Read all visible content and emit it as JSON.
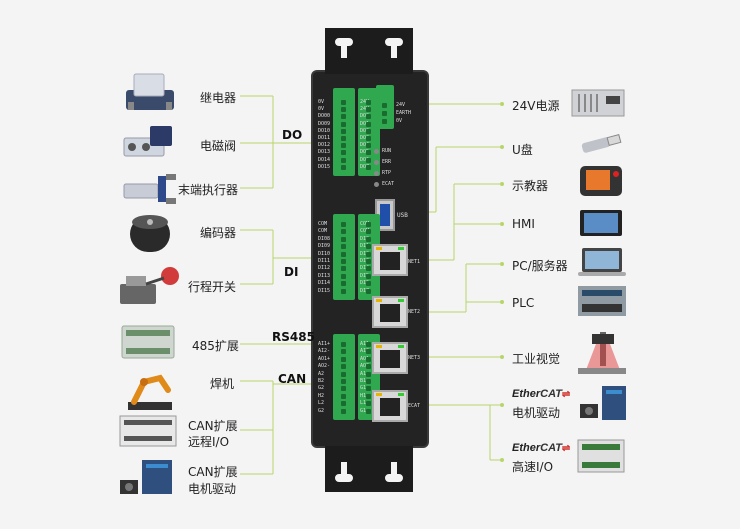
{
  "groups": {
    "do": "DO",
    "di": "DI",
    "rs485": "RS485",
    "can": "CAN"
  },
  "left_labels": {
    "relay": "继电器",
    "solenoid": "电磁阀",
    "end_effector": "末端执行器",
    "encoder": "编码器",
    "limit_switch": "行程开关",
    "ext485": "485扩展",
    "welder": "焊机",
    "can_remote_io_1": "CAN扩展",
    "can_remote_io_2": "远程I/O",
    "can_motor_1": "CAN扩展",
    "can_motor_2": "电机驱动"
  },
  "right_labels": {
    "power": "24V电源",
    "udisk": "U盘",
    "pendant": "示教器",
    "hmi": "HMI",
    "pc": "PC/服务器",
    "plc": "PLC",
    "vision": "工业视觉",
    "ethercat_motor": "电机驱动",
    "ethercat_io": "高速I/O"
  },
  "ethercat_logo": {
    "ether": "Ether",
    "cat": "CAT"
  },
  "panel": {
    "do_left_pins": [
      "0V",
      "0V",
      "DO00",
      "DO09",
      "DO10",
      "DO11",
      "DO12",
      "DO13",
      "DO14",
      "DO15"
    ],
    "do_right_pins": [
      "24V",
      "24V",
      "DO0",
      "DO1",
      "DO2",
      "DO3",
      "DO4",
      "DO5",
      "DO6",
      "DO7"
    ],
    "pwr_pins": [
      "24V",
      "EARTH",
      "0V"
    ],
    "leds": [
      "RUN",
      "ERR",
      "RTP",
      "ECAT"
    ],
    "usb": "USB",
    "di_left_pins": [
      "COM",
      "COM",
      "DI08",
      "DI09",
      "DI10",
      "DI11",
      "DI12",
      "DI13",
      "DI14",
      "DI15"
    ],
    "di_right_pins": [
      "COM",
      "COM",
      "DI0",
      "DI1",
      "DI2",
      "DI3",
      "DI4",
      "DI5",
      "DI6",
      "DI7"
    ],
    "ports": [
      "NET1",
      "NET2",
      "NET3",
      "ECAT"
    ],
    "rs_left_pins": [
      "AI1+",
      "AI2-",
      "AO1+",
      "AO2-",
      "A2",
      "B2",
      "G2",
      "H2",
      "L2",
      "G2"
    ],
    "rs_right_pins": [
      "AI1-",
      "AI2-",
      "AO1-",
      "AO2-",
      "A1",
      "B1",
      "G1",
      "H1",
      "L1",
      "G1"
    ]
  },
  "colors": {
    "panel": "#232323",
    "terminal": "#2fa84f",
    "line": "#b7d66a"
  }
}
